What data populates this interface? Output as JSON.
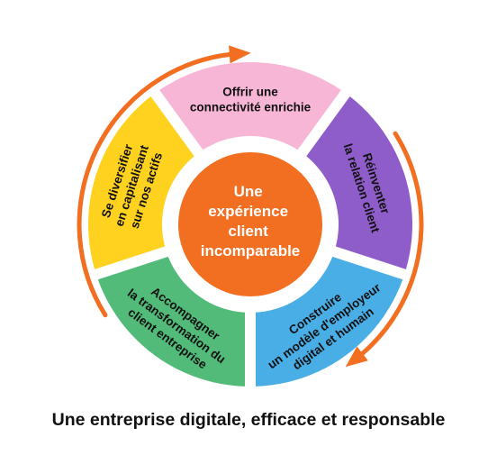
{
  "center": {
    "lines": [
      "Une",
      "expérience",
      "client",
      "incomparable"
    ],
    "color": "#f26e21"
  },
  "segments": [
    {
      "id": "top",
      "lines": [
        "Offrir une",
        "connectivité enrichie"
      ],
      "color": "#f7b6d6"
    },
    {
      "id": "right",
      "lines": [
        "Réinventer",
        "la relation client"
      ],
      "color": "#8f5dc9"
    },
    {
      "id": "bottom-right",
      "lines": [
        "Construire",
        "un modèle d'employeur",
        "digital et humain"
      ],
      "color": "#4aaee6"
    },
    {
      "id": "bottom-left",
      "lines": [
        "Accompagner",
        "la transformation du",
        "client entreprise"
      ],
      "color": "#52bb7a"
    },
    {
      "id": "left",
      "lines": [
        "Se diversifier",
        "en capitalisant",
        "sur nos actifs"
      ],
      "color": "#ffd21f"
    }
  ],
  "arrows": {
    "color": "#f26e21"
  },
  "footer": "Une entreprise digitale, efficace et responsable"
}
